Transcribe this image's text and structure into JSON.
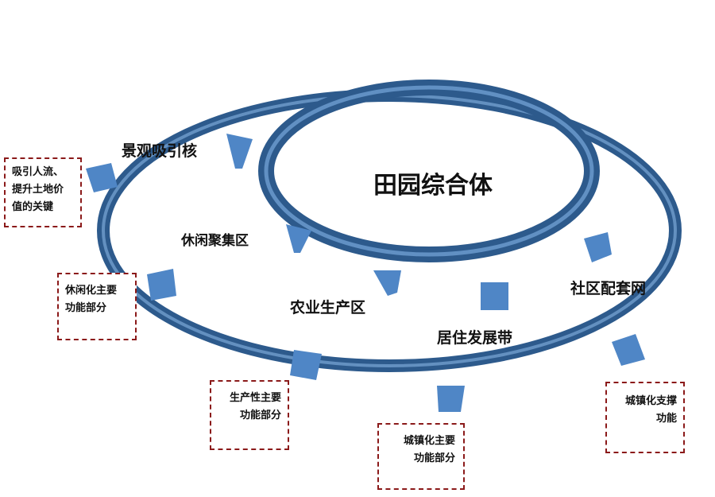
{
  "center_title": "田园综合体",
  "zones": [
    {
      "label": "景观吸引核"
    },
    {
      "label": "休闲聚集区"
    },
    {
      "label": "农业生产区"
    },
    {
      "label": "居住发展带"
    },
    {
      "label": "社区配套网"
    }
  ],
  "functions": [
    {
      "line1": "吸引人流、",
      "line2": "提升土地价",
      "line3": "值的关键"
    },
    {
      "line1": "休闲化主要",
      "line2": "功能部分"
    },
    {
      "line1": "生产性主要",
      "line2": "功能部分"
    },
    {
      "line1": "城镇化主要",
      "line2": "功能部分"
    },
    {
      "line1": "城镇化支撑",
      "line2": "功能"
    }
  ],
  "colors": {
    "ring_dark": "#1f4a7a",
    "ring_light": "#5b8cc4",
    "arrow": "#4f86c6",
    "box_border": "#8b1a1a"
  }
}
